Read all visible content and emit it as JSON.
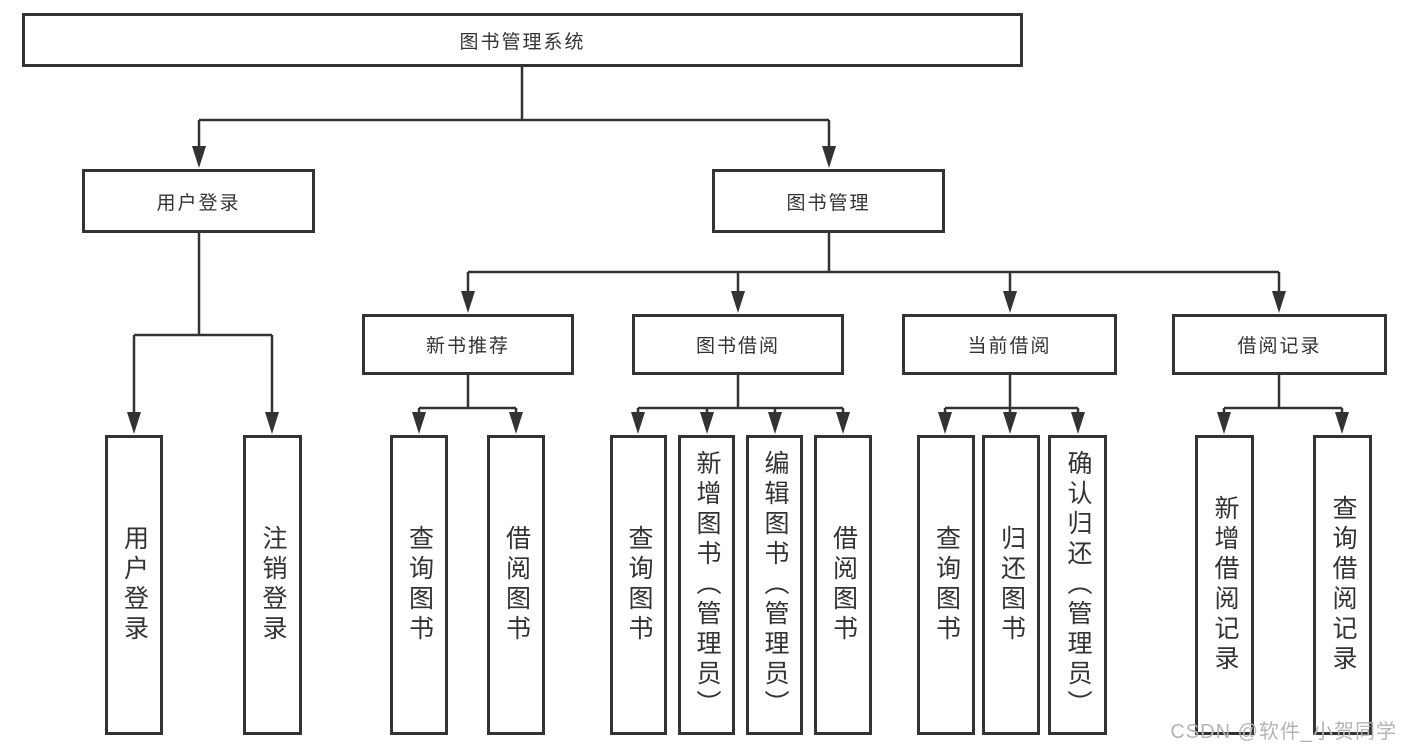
{
  "tree": {
    "root": {
      "label": "图书管理系统",
      "children": [
        {
          "label": "用户登录",
          "children": [
            {
              "label": "用户登录"
            },
            {
              "label": "注销登录"
            }
          ]
        },
        {
          "label": "图书管理",
          "children": [
            {
              "label": "新书推荐",
              "children": [
                {
                  "label": "查询图书"
                },
                {
                  "label": "借阅图书"
                }
              ]
            },
            {
              "label": "图书借阅",
              "children": [
                {
                  "label": "查询图书"
                },
                {
                  "label": "新增图书（管理员）"
                },
                {
                  "label": "编辑图书（管理员）"
                },
                {
                  "label": "借阅图书"
                }
              ]
            },
            {
              "label": "当前借阅",
              "children": [
                {
                  "label": "查询图书"
                },
                {
                  "label": "归还图书"
                },
                {
                  "label": "确认归还（管理员）"
                }
              ]
            },
            {
              "label": "借阅记录",
              "children": [
                {
                  "label": "新增借阅记录"
                },
                {
                  "label": "查询借阅记录"
                }
              ]
            }
          ]
        }
      ]
    }
  },
  "watermark": {
    "text": "CSDN @软件_小贺同学"
  },
  "colors": {
    "box_border": "#333333",
    "line": "#333333",
    "text": "#333333",
    "watermark": "#b4b4b4",
    "background": "#ffffff"
  }
}
